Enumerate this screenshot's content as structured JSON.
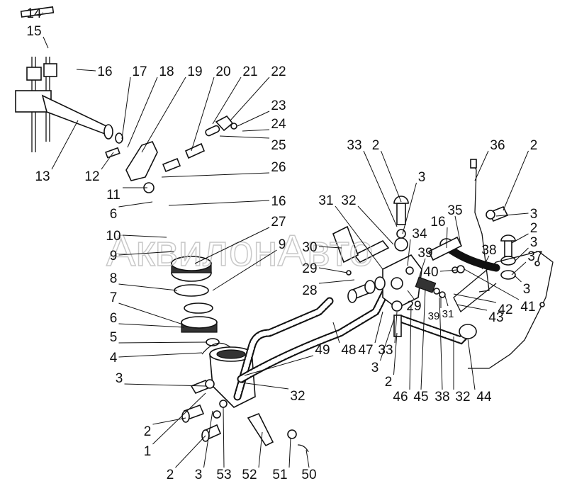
{
  "diagram": {
    "watermark": "АквилонАвто",
    "callouts": [
      "14",
      "15",
      "16",
      "17",
      "18",
      "19",
      "20",
      "21",
      "22",
      "23",
      "24",
      "25",
      "26",
      "16",
      "27",
      "9",
      "30",
      "29",
      "28",
      "33",
      "2",
      "3",
      "31",
      "32",
      "34",
      "39",
      "16",
      "35",
      "36",
      "2",
      "3",
      "2",
      "3",
      "37",
      "38",
      "40",
      "3",
      "41",
      "42",
      "43",
      "39",
      "31",
      "29",
      "13",
      "12",
      "11",
      "6",
      "10",
      "9",
      "8",
      "7",
      "6",
      "5",
      "4",
      "3",
      "2",
      "1",
      "2",
      "3",
      "53",
      "52",
      "51",
      "50",
      "49",
      "48",
      "47",
      "33",
      "3",
      "2",
      "46",
      "45",
      "38",
      "32",
      "44",
      "32"
    ]
  }
}
